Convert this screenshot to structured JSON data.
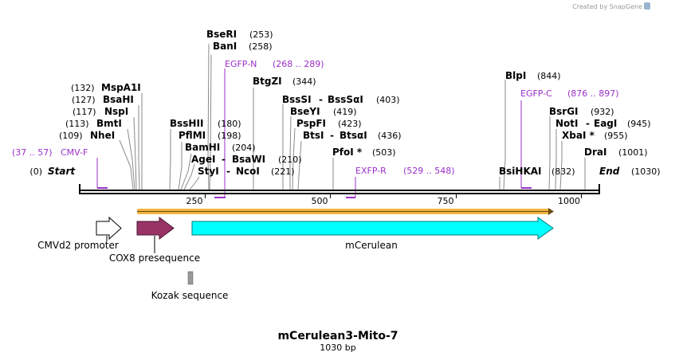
{
  "credit": {
    "text": "Created by SnapGene"
  },
  "map": {
    "total_bp": 1030,
    "ruler_ticks": [
      "250",
      "500",
      "750",
      "1000"
    ],
    "start_label": "Start",
    "start_pos": "(0)",
    "end_label": "End",
    "end_pos": "(1030)"
  },
  "sites": [
    {
      "name": "BseRI",
      "pos": "(253)"
    },
    {
      "name": "BanI",
      "pos": "(258)"
    },
    {
      "name": "MspA1I",
      "pos": "(132)"
    },
    {
      "name": "BsaHI",
      "pos": "(127)"
    },
    {
      "name": "NspI",
      "pos": "(117)"
    },
    {
      "name": "BmtI",
      "pos": "(113)"
    },
    {
      "name": "NheI",
      "pos": "(109)"
    },
    {
      "name": "BtgZI",
      "pos": "(344)"
    },
    {
      "name": "BssHII",
      "pos": "(180)"
    },
    {
      "name": "PflMI",
      "pos": "(198)"
    },
    {
      "name": "BamHI",
      "pos": "(204)"
    },
    {
      "name": "AgeI",
      "sep": "-",
      "name2": "BsaWI",
      "pos": "(210)"
    },
    {
      "name": "StyI",
      "sep": "-",
      "name2": "NcoI",
      "pos": "(221)"
    },
    {
      "name": "BssSI",
      "sep": "-",
      "name2": "BssSαI",
      "pos": "(403)"
    },
    {
      "name": "BseYI",
      "pos": "(419)"
    },
    {
      "name": "PspFI",
      "pos": "(423)"
    },
    {
      "name": "BtsI",
      "sep": "-",
      "name2": "BtsαI",
      "pos": "(436)"
    },
    {
      "name": "PfoI *",
      "pos": "(503)"
    },
    {
      "name": "BlpI",
      "pos": "(844)"
    },
    {
      "name": "BsrGI",
      "pos": "(932)"
    },
    {
      "name": "NotI",
      "sep": "-",
      "name2": "EagI",
      "pos": "(945)"
    },
    {
      "name": "XbaI *",
      "pos": "(955)"
    },
    {
      "name": "DraI",
      "pos": "(1001)"
    },
    {
      "name": "BsiHKAI",
      "pos": "(832)"
    }
  ],
  "primers": [
    {
      "name": "EGFP-N",
      "range": "(268 .. 289)",
      "color": "#9b30c9"
    },
    {
      "name": "CMV-F",
      "range": "(37 .. 57)",
      "color": "#9b30c9"
    },
    {
      "name": "EGFP-C",
      "range": "(876 .. 897)",
      "color": "#9b30c9"
    },
    {
      "name": "EXFP-R",
      "range": "(529 .. 548)",
      "color": "#9b30c9"
    }
  ],
  "features": [
    {
      "name": "CMVd2 promoter",
      "color": "#ffffff"
    },
    {
      "name": "COX8 presequence",
      "color": "#993366"
    },
    {
      "name": "mCerulean",
      "color": "#00ffff"
    },
    {
      "name": "Kozak sequence",
      "color": "#999999"
    }
  ],
  "orf": {
    "color": "#f2b441"
  },
  "plasmid": {
    "name": "mCerulean3-Mito-7",
    "length": "1030 bp"
  }
}
